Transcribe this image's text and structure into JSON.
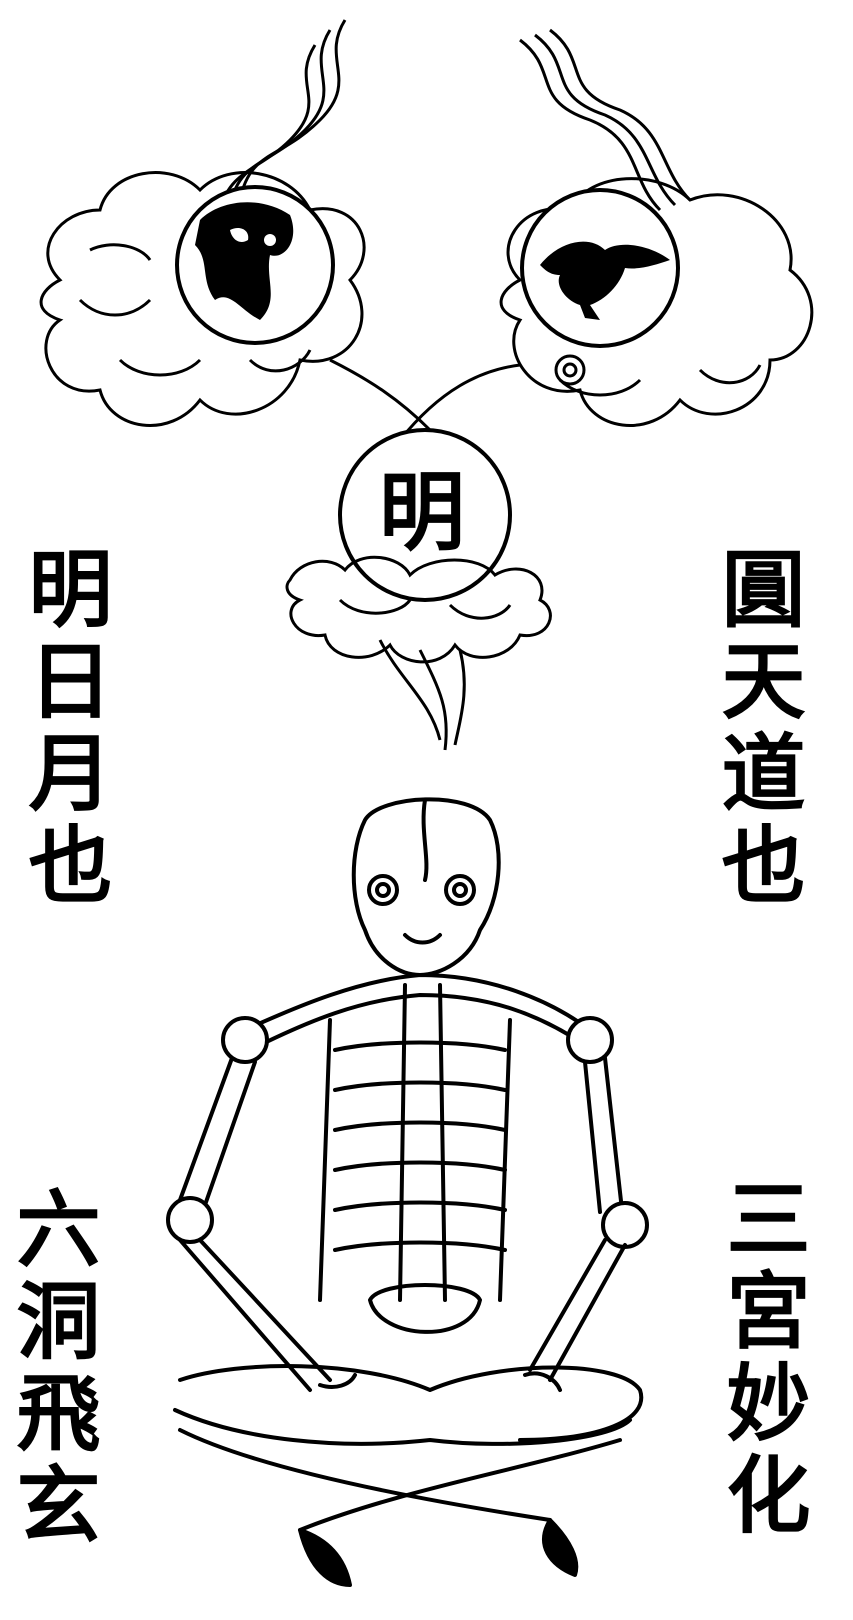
{
  "captions": {
    "top_left": "明日月也",
    "top_right": "圓天道也",
    "bottom_left": "六洞飛玄",
    "bottom_right": "三宮妙化"
  },
  "center_orb": {
    "character": "明"
  },
  "icons": {
    "sun": "sun-orb-with-crow-icon",
    "moon": "moon-orb-icon",
    "figure": "seated-skeleton-figure"
  },
  "colors": {
    "ink": "#000000",
    "paper": "#ffffff"
  }
}
